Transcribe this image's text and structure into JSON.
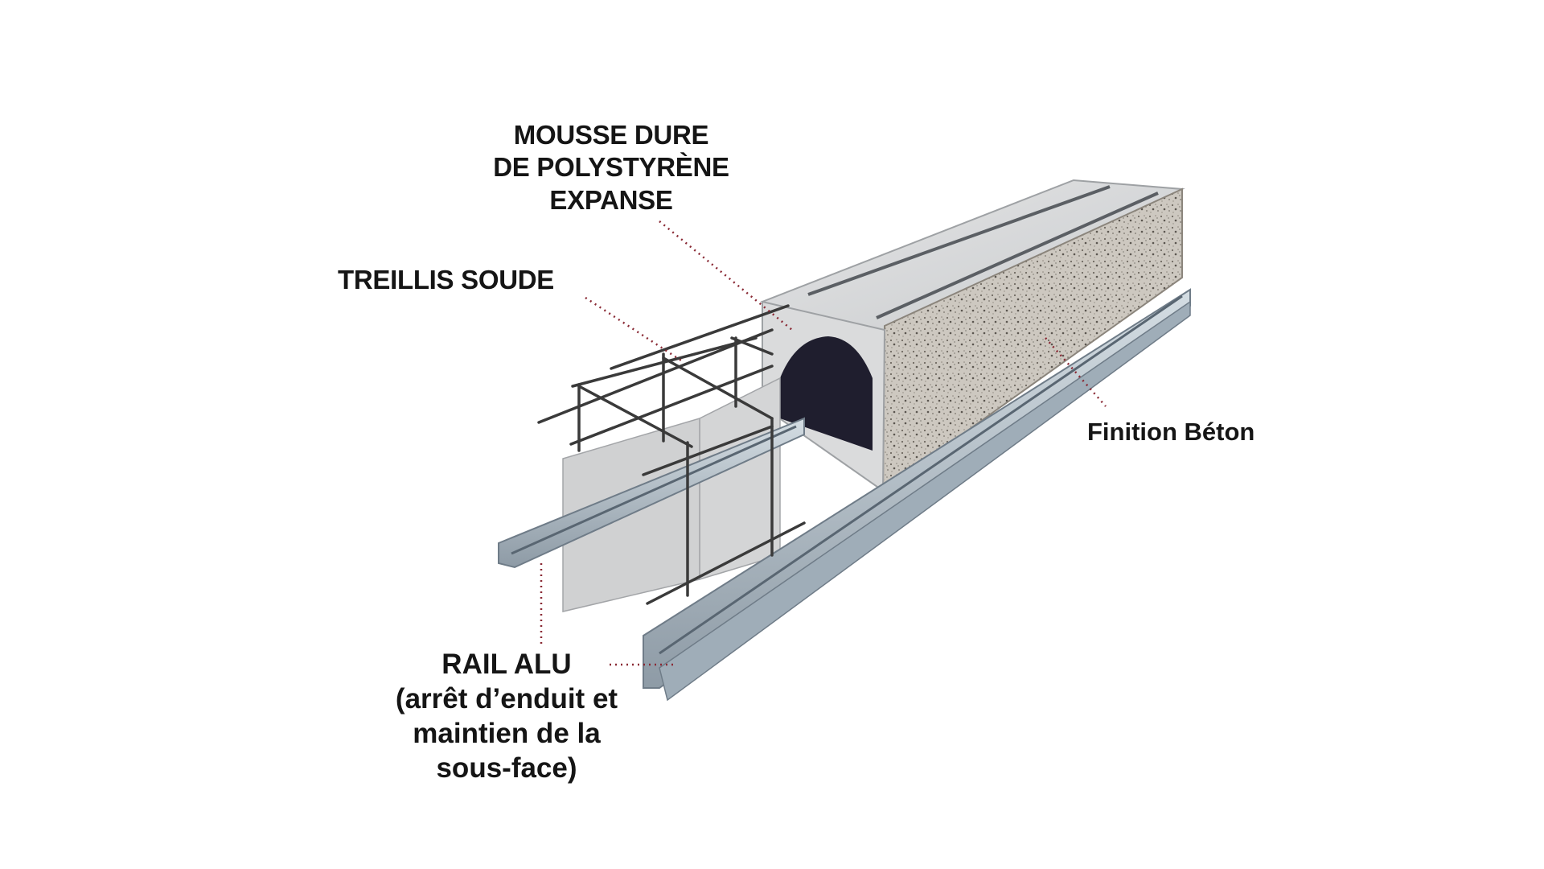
{
  "labels": {
    "mousse": {
      "lines": [
        "MOUSSE DURE",
        "DE POLYSTYRÈNE",
        "EXPANSE"
      ]
    },
    "treillis": {
      "lines": [
        "TREILLIS SOUDE"
      ]
    },
    "finition": {
      "lines": [
        "Finition Béton"
      ]
    },
    "rail": {
      "lines": [
        "RAIL ALU",
        "(arrêt d’enduit et",
        "maintien de la",
        "sous-face)"
      ]
    }
  },
  "colors": {
    "background": "#ffffff",
    "text": "#151515",
    "leader_line": "#8a2a35",
    "concrete": "#cfcac3",
    "foam": "#d9dadb",
    "rail": "#aebac4",
    "rebar": "#3a3a3a"
  }
}
